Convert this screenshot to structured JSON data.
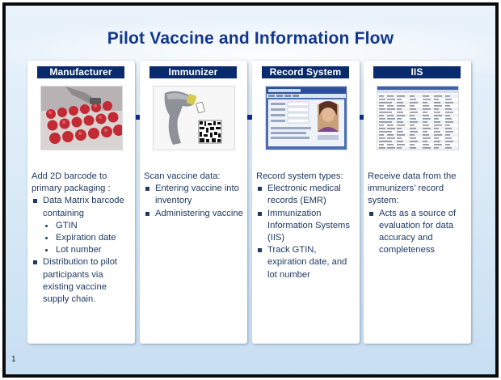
{
  "slide": {
    "title": "Pilot Vaccine and Information Flow",
    "page_number": "1"
  },
  "columns": [
    {
      "header": "Manufacturer",
      "image": "vaccine-vials-photo",
      "intro": "Add 2D barcode to primary packaging :",
      "bullets": [
        {
          "text": "Data Matrix barcode containing",
          "sub": [
            "GTIN",
            "Expiration date",
            "Lot number"
          ]
        },
        {
          "text": "Distribution to pilot participants via existing vaccine supply chain."
        }
      ]
    },
    {
      "header": "Immunizer",
      "image": "barcode-scanner-photo",
      "intro": "Scan vaccine data:",
      "bullets": [
        {
          "text": "Entering vaccine into inventory"
        },
        {
          "text": "Administering vaccine"
        }
      ]
    },
    {
      "header": "Record System",
      "image": "record-system-screenshot",
      "intro": "Record system types:",
      "bullets": [
        {
          "text": "Electronic medical records (EMR)"
        },
        {
          "text": "Immunization Information Systems (IIS)"
        },
        {
          "text": "Track GTIN, expiration date, and lot number"
        }
      ]
    },
    {
      "header": "IIS",
      "image": "iis-data-table-screenshot",
      "intro": "Receive data from the immunizers’ record system:",
      "bullets": [
        {
          "text": "Acts as a source of evaluation for data accuracy and completeness"
        }
      ]
    }
  ],
  "colors": {
    "title": "#12368f",
    "header_bg": "#0a2a6e",
    "body_text": "#1f3a64",
    "arrow": "#0a2a8a"
  }
}
